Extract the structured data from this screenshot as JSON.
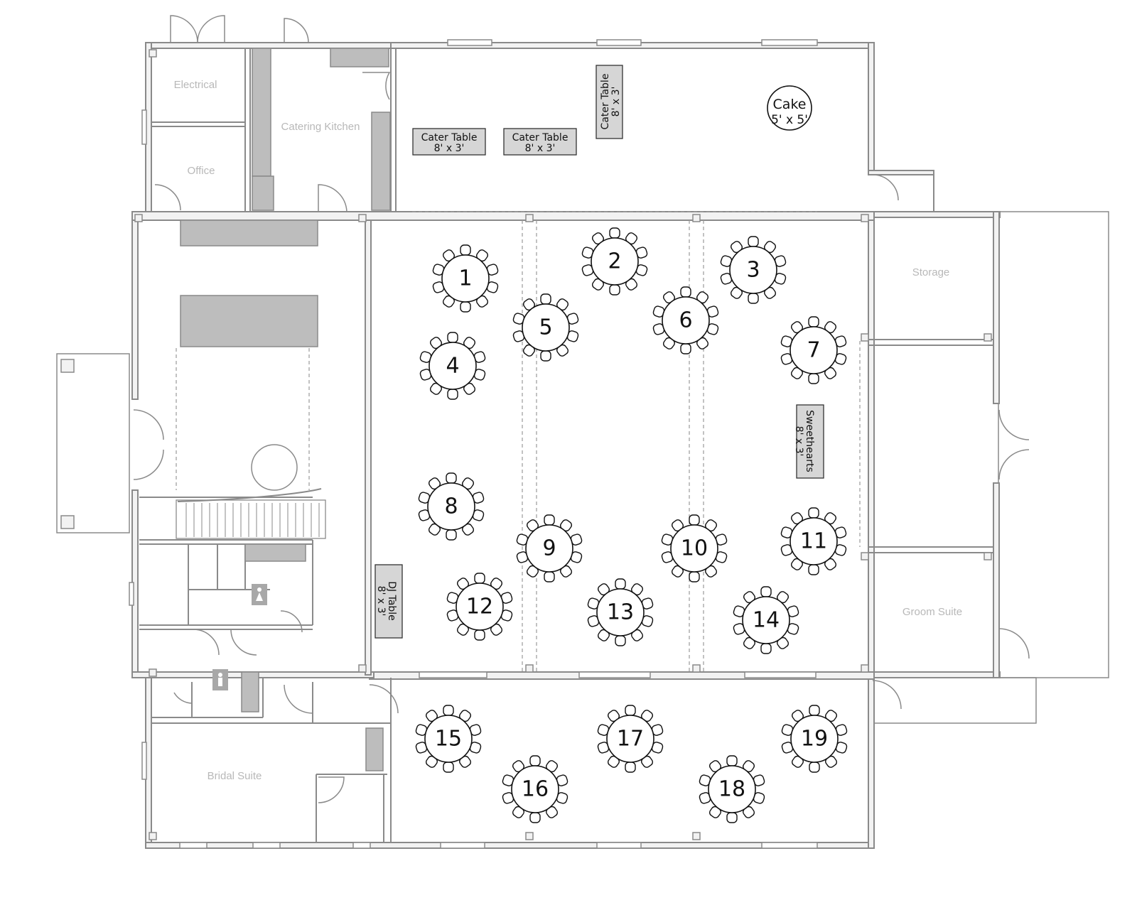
{
  "rooms": {
    "electrical": "Electrical",
    "catering_kitchen": "Catering Kitchen",
    "office": "Office",
    "storage": "Storage",
    "groom_suite": "Groom Suite",
    "bridal_suite": "Bridal Suite"
  },
  "rect_tables": {
    "cater1": {
      "line1": "Cater Table",
      "line2": "8' x 3'"
    },
    "cater2": {
      "line1": "Cater Table",
      "line2": "8' x 3'"
    },
    "cater3": {
      "line1": "Cater Table",
      "line2": "8' x 3'"
    },
    "sweethearts": {
      "line1": "Sweethearts",
      "line2": "8' x 3'"
    },
    "dj": {
      "line1": "DJ Table",
      "line2": "8' x 3'"
    }
  },
  "cake": {
    "line1": "Cake",
    "line2": "5' x 5'"
  },
  "round_tables": [
    {
      "label": "1",
      "chairs": 10
    },
    {
      "label": "2",
      "chairs": 10
    },
    {
      "label": "3",
      "chairs": 10
    },
    {
      "label": "4",
      "chairs": 10
    },
    {
      "label": "5",
      "chairs": 10
    },
    {
      "label": "6",
      "chairs": 10
    },
    {
      "label": "7",
      "chairs": 10
    },
    {
      "label": "8",
      "chairs": 10
    },
    {
      "label": "9",
      "chairs": 10
    },
    {
      "label": "10",
      "chairs": 10
    },
    {
      "label": "11",
      "chairs": 10
    },
    {
      "label": "12",
      "chairs": 10
    },
    {
      "label": "13",
      "chairs": 10
    },
    {
      "label": "14",
      "chairs": 10
    },
    {
      "label": "15",
      "chairs": 10
    },
    {
      "label": "16",
      "chairs": 10
    },
    {
      "label": "17",
      "chairs": 10
    },
    {
      "label": "18",
      "chairs": 10
    },
    {
      "label": "19",
      "chairs": 10
    }
  ],
  "restroom_icons": [
    "woman-icon",
    "man-icon"
  ]
}
